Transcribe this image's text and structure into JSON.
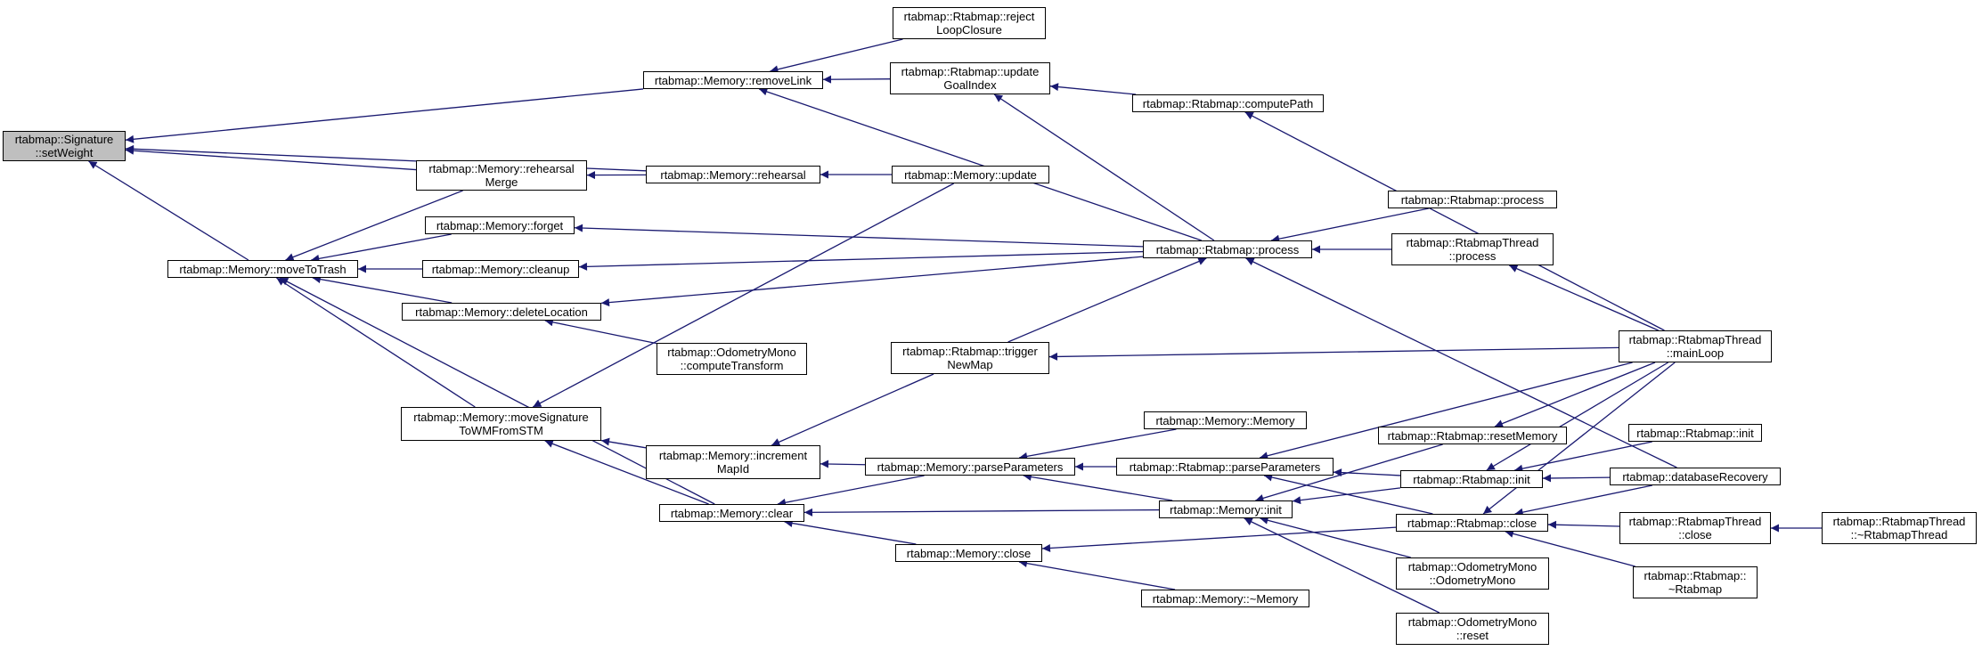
{
  "colors": {
    "edge": "#191970",
    "node_border": "#000000",
    "node_fill": "#ffffff",
    "root_fill": "#bfbfbf",
    "background": "#ffffff"
  },
  "nodes": {
    "sig_setweight": "rtabmap::Signature\n::setWeight",
    "mem_movetotrash": "rtabmap::Memory::moveToTrash",
    "mem_removelink": "rtabmap::Memory::removeLink",
    "mem_rehearsalmerge": "rtabmap::Memory::rehearsal\nMerge",
    "mem_rehearsal": "rtabmap::Memory::rehearsal",
    "mem_forget": "rtabmap::Memory::forget",
    "mem_cleanup": "rtabmap::Memory::cleanup",
    "mem_deletelocation": "rtabmap::Memory::deleteLocation",
    "mem_movesignature": "rtabmap::Memory::moveSignature\nToWMFromSTM",
    "mem_clear": "rtabmap::Memory::clear",
    "rtab_rejectloop": "rtabmap::Rtabmap::reject\nLoopClosure",
    "rtab_updategoal": "rtabmap::Rtabmap::update\nGoalIndex",
    "mem_update": "rtabmap::Memory::update",
    "odo_computetransform": "rtabmap::OdometryMono\n::computeTransform",
    "rtab_triggernewmap": "rtabmap::Rtabmap::trigger\nNewMap",
    "mem_incrementmapid": "rtabmap::Memory::increment\nMapId",
    "mem_close": "rtabmap::Memory::close",
    "rtab_computepath": "rtabmap::Rtabmap::computePath",
    "rtab_process": "rtabmap::Rtabmap::process",
    "mem_memory": "rtabmap::Memory::Memory",
    "mem_parseparams": "rtabmap::Memory::parseParameters",
    "mem_init": "rtabmap::Memory::init",
    "mem_destructor": "rtabmap::Memory::~Memory",
    "rtab_parseparams": "rtabmap::Rtabmap::parseParameters",
    "rtab_process2": "rtabmap::Rtabmap::process",
    "thread_process": "rtabmap::RtabmapThread\n::process",
    "rtab_resetmemory": "rtabmap::Rtabmap::resetMemory",
    "rtab_init_a": "rtabmap::Rtabmap::init",
    "rtab_close": "rtabmap::Rtabmap::close",
    "odo_ctor": "rtabmap::OdometryMono\n::OdometryMono",
    "odo_reset": "rtabmap::OdometryMono\n::reset",
    "thread_mainloop": "rtabmap::RtabmapThread\n::mainLoop",
    "rtab_init_b": "rtabmap::Rtabmap::init",
    "db_recovery": "rtabmap::databaseRecovery",
    "thread_close": "rtabmap::RtabmapThread\n::close",
    "rtab_destructor": "rtabmap::Rtabmap::\n~Rtabmap",
    "thread_destructor": "rtabmap::RtabmapThread\n::~RtabmapThread"
  },
  "edges": [
    [
      "mem_removelink",
      "sig_setweight"
    ],
    [
      "mem_rehearsal",
      "sig_setweight"
    ],
    [
      "mem_rehearsalmerge",
      "sig_setweight"
    ],
    [
      "mem_movetotrash",
      "sig_setweight"
    ],
    [
      "rtab_rejectloop",
      "mem_removelink"
    ],
    [
      "rtab_updategoal",
      "mem_removelink"
    ],
    [
      "rtab_process",
      "mem_removelink"
    ],
    [
      "mem_rehearsal",
      "mem_rehearsalmerge"
    ],
    [
      "mem_update",
      "mem_rehearsal"
    ],
    [
      "mem_rehearsalmerge",
      "mem_movetotrash"
    ],
    [
      "mem_forget",
      "mem_movetotrash"
    ],
    [
      "mem_cleanup",
      "mem_movetotrash"
    ],
    [
      "mem_deletelocation",
      "mem_movetotrash"
    ],
    [
      "mem_movesignature",
      "mem_movetotrash"
    ],
    [
      "mem_clear",
      "mem_movetotrash"
    ],
    [
      "rtab_process",
      "mem_forget"
    ],
    [
      "rtab_process",
      "mem_cleanup"
    ],
    [
      "rtab_process",
      "mem_deletelocation"
    ],
    [
      "odo_computetransform",
      "mem_deletelocation"
    ],
    [
      "mem_update",
      "mem_movesignature"
    ],
    [
      "mem_incrementmapid",
      "mem_movesignature"
    ],
    [
      "mem_clear",
      "mem_movesignature"
    ],
    [
      "rtab_computepath",
      "rtab_updategoal"
    ],
    [
      "rtab_process",
      "rtab_updategoal"
    ],
    [
      "thread_mainloop",
      "rtab_computepath"
    ],
    [
      "rtab_process2",
      "rtab_process"
    ],
    [
      "thread_process",
      "rtab_process"
    ],
    [
      "db_recovery",
      "rtab_process"
    ],
    [
      "rtab_triggernewmap",
      "rtab_process"
    ],
    [
      "thread_mainloop",
      "thread_process"
    ],
    [
      "thread_mainloop",
      "rtab_triggernewmap"
    ],
    [
      "rtab_triggernewmap",
      "mem_incrementmapid"
    ],
    [
      "mem_parseparams",
      "mem_incrementmapid"
    ],
    [
      "mem_memory",
      "mem_parseparams"
    ],
    [
      "rtab_parseparams",
      "mem_parseparams"
    ],
    [
      "mem_init",
      "mem_parseparams"
    ],
    [
      "mem_parseparams",
      "mem_clear"
    ],
    [
      "mem_init",
      "mem_clear"
    ],
    [
      "mem_close",
      "mem_clear"
    ],
    [
      "thread_mainloop",
      "rtab_parseparams"
    ],
    [
      "rtab_init_a",
      "rtab_parseparams"
    ],
    [
      "rtab_close",
      "rtab_parseparams"
    ],
    [
      "rtab_resetmemory",
      "mem_init"
    ],
    [
      "rtab_init_a",
      "mem_init"
    ],
    [
      "odo_ctor",
      "mem_init"
    ],
    [
      "odo_reset",
      "mem_init"
    ],
    [
      "rtab_close",
      "mem_close"
    ],
    [
      "mem_destructor",
      "mem_close"
    ],
    [
      "thread_mainloop",
      "rtab_resetmemory"
    ],
    [
      "thread_mainloop",
      "rtab_init_a"
    ],
    [
      "rtab_init_b",
      "rtab_init_a"
    ],
    [
      "db_recovery",
      "rtab_init_a"
    ],
    [
      "thread_mainloop",
      "rtab_close"
    ],
    [
      "db_recovery",
      "rtab_close"
    ],
    [
      "thread_close",
      "rtab_close"
    ],
    [
      "rtab_destructor",
      "rtab_close"
    ],
    [
      "thread_destructor",
      "thread_close"
    ]
  ]
}
